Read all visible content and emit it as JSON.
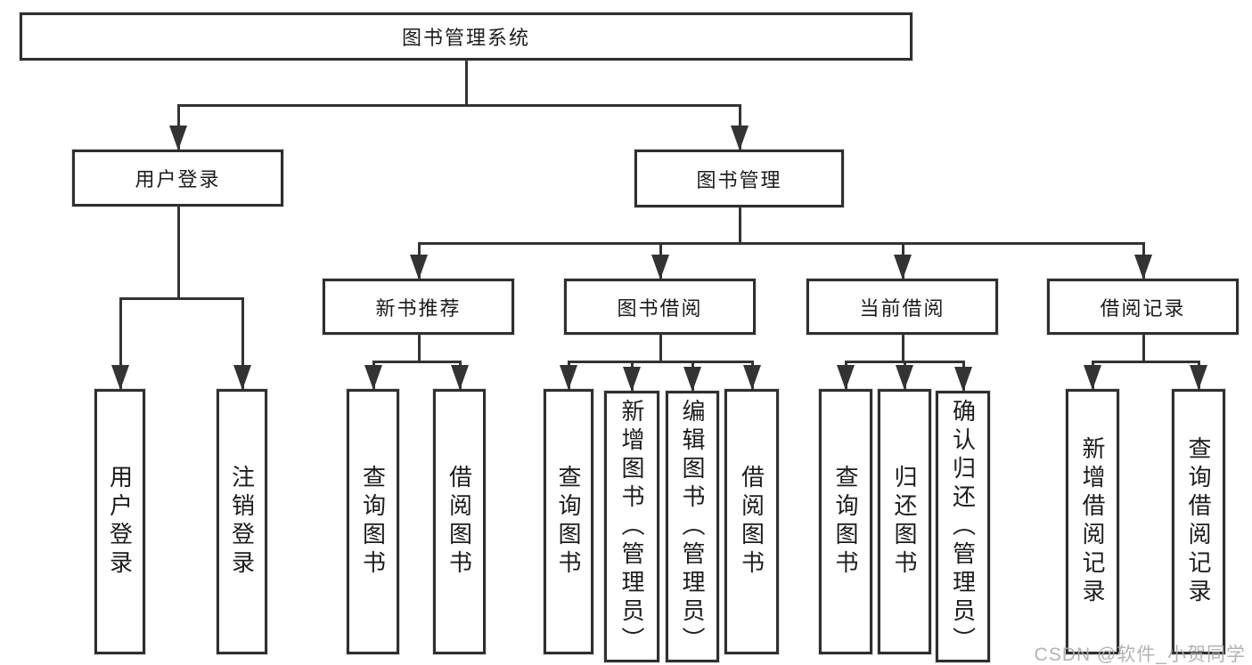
{
  "diagram": {
    "title": "图书管理系统",
    "nodes": [
      {
        "id": "root",
        "label": "图书管理系统",
        "parent": null,
        "orientation": "horizontal"
      },
      {
        "id": "login",
        "label": "用户登录",
        "parent": "root",
        "orientation": "horizontal"
      },
      {
        "id": "mgmt",
        "label": "图书管理",
        "parent": "root",
        "orientation": "horizontal"
      },
      {
        "id": "newrec",
        "label": "新书推荐",
        "parent": "mgmt",
        "orientation": "horizontal"
      },
      {
        "id": "borrow",
        "label": "图书借阅",
        "parent": "mgmt",
        "orientation": "horizontal"
      },
      {
        "id": "current",
        "label": "当前借阅",
        "parent": "mgmt",
        "orientation": "horizontal"
      },
      {
        "id": "records",
        "label": "借阅记录",
        "parent": "mgmt",
        "orientation": "horizontal"
      },
      {
        "id": "v-login",
        "label": "用户登录",
        "parent": "login",
        "orientation": "vertical"
      },
      {
        "id": "v-logout",
        "label": "注销登录",
        "parent": "login",
        "orientation": "vertical"
      },
      {
        "id": "v-query1",
        "label": "查询图书",
        "parent": "newrec",
        "orientation": "vertical"
      },
      {
        "id": "v-borrow1",
        "label": "借阅图书",
        "parent": "newrec",
        "orientation": "vertical"
      },
      {
        "id": "v-query2",
        "label": "查询图书",
        "parent": "borrow",
        "orientation": "vertical"
      },
      {
        "id": "v-add",
        "label": "新增图书（管理员）",
        "parent": "borrow",
        "orientation": "vertical"
      },
      {
        "id": "v-edit",
        "label": "编辑图书（管理员）",
        "parent": "borrow",
        "orientation": "vertical"
      },
      {
        "id": "v-borrow2",
        "label": "借阅图书",
        "parent": "borrow",
        "orientation": "vertical"
      },
      {
        "id": "v-query3",
        "label": "查询图书",
        "parent": "current",
        "orientation": "vertical"
      },
      {
        "id": "v-return",
        "label": "归还图书",
        "parent": "current",
        "orientation": "vertical"
      },
      {
        "id": "v-confirm",
        "label": "确认归还（管理员）",
        "parent": "current",
        "orientation": "vertical"
      },
      {
        "id": "v-addrec",
        "label": "新增借阅记录",
        "parent": "records",
        "orientation": "vertical"
      },
      {
        "id": "v-queryrec",
        "label": "查询借阅记录",
        "parent": "records",
        "orientation": "vertical"
      }
    ]
  },
  "watermark": {
    "text": "CSDN @软件_小贺同学"
  },
  "colors": {
    "line": "#333333",
    "box_border": "#2f2f2f",
    "box_fill": "#ffffff",
    "text": "#1c1c1c",
    "watermark": "#adadad"
  }
}
